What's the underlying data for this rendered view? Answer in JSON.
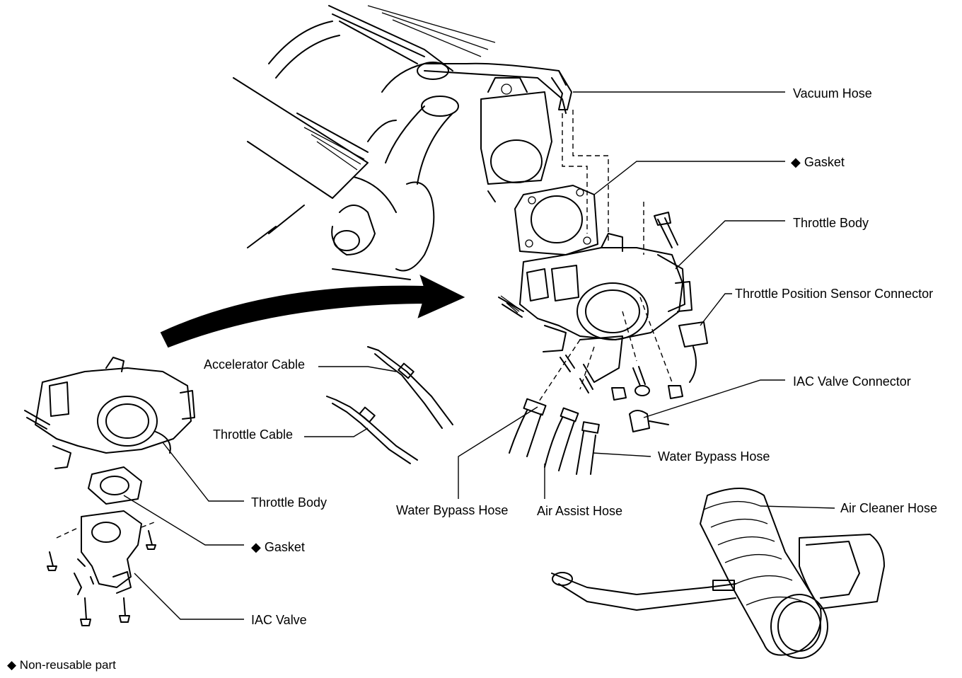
{
  "labels": {
    "vacuum_hose": "Vacuum Hose",
    "gasket_top": "◆ Gasket",
    "throttle_body_top": "Throttle Body",
    "tps_connector": "Throttle Position Sensor Connector",
    "iac_valve_connector": "IAC Valve Connector",
    "accelerator_cable": "Accelerator Cable",
    "throttle_cable": "Throttle Cable",
    "water_bypass_hose_right": "Water Bypass Hose",
    "water_bypass_hose_left": "Water Bypass Hose",
    "air_assist_hose": "Air Assist Hose",
    "air_cleaner_hose": "Air Cleaner Hose",
    "throttle_body_left": "Throttle Body",
    "gasket_left": "◆ Gasket",
    "iac_valve": "IAC Valve",
    "footnote": "◆ Non-reusable part"
  },
  "icons": {
    "arrow": "curved-arrow-icon",
    "non_reusable_marker": "diamond-icon"
  },
  "colors": {
    "ink": "#000000",
    "background": "#ffffff"
  }
}
